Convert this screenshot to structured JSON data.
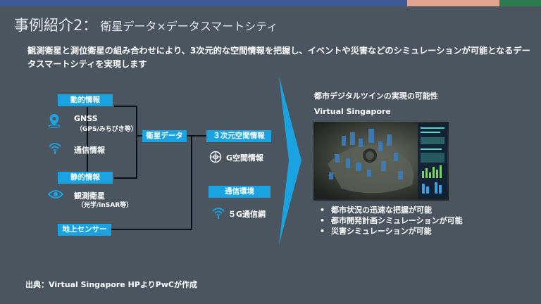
{
  "colors": {
    "background": "#4a5560",
    "accent_blue": "#1aa3e0",
    "topbar": [
      "#3e5a96",
      "#e1a58f",
      "#2a7a4d"
    ]
  },
  "header": {
    "title_main": "事例紹介2：",
    "title_sub": "衛星データ×データスマートシティ"
  },
  "lead": "観測衛星と測位衛星の組み合わせにより、3次元的な空間情報を把握し、イベントや災害などのシミュレーションが可能となるデータスマートシティを実現します",
  "diagram": {
    "dynamic_label": "動的情報",
    "gnss_label": "GNSS",
    "gnss_note": "（GPS/みちびき等）",
    "comm_label": "通信情報",
    "static_label": "静的情報",
    "obs_label": "観測衛星",
    "obs_note": "（光学/inSAR等）",
    "ground_label": "地上センサー",
    "satdata_label": "衛星データ",
    "space3d_label": "３次元空間情報",
    "gspace_label": "G空間情報",
    "commenv_label": "通信環境",
    "net5g_label": "５G通信網",
    "icons": [
      "map-pin-icon",
      "wifi-icon",
      "eye-icon",
      "globe-icon",
      "wifi-icon"
    ]
  },
  "right": {
    "heading": "都市デジタルツインの実現の可能性",
    "subheading": "Virtual Singapore",
    "bullets": [
      "都市状況の迅速な把握が可能",
      "都市開発計画シミュレーションが可能",
      "災害シミュレーションが可能"
    ]
  },
  "source": "出典：Virtual Singapore HPよりPwCが作成"
}
